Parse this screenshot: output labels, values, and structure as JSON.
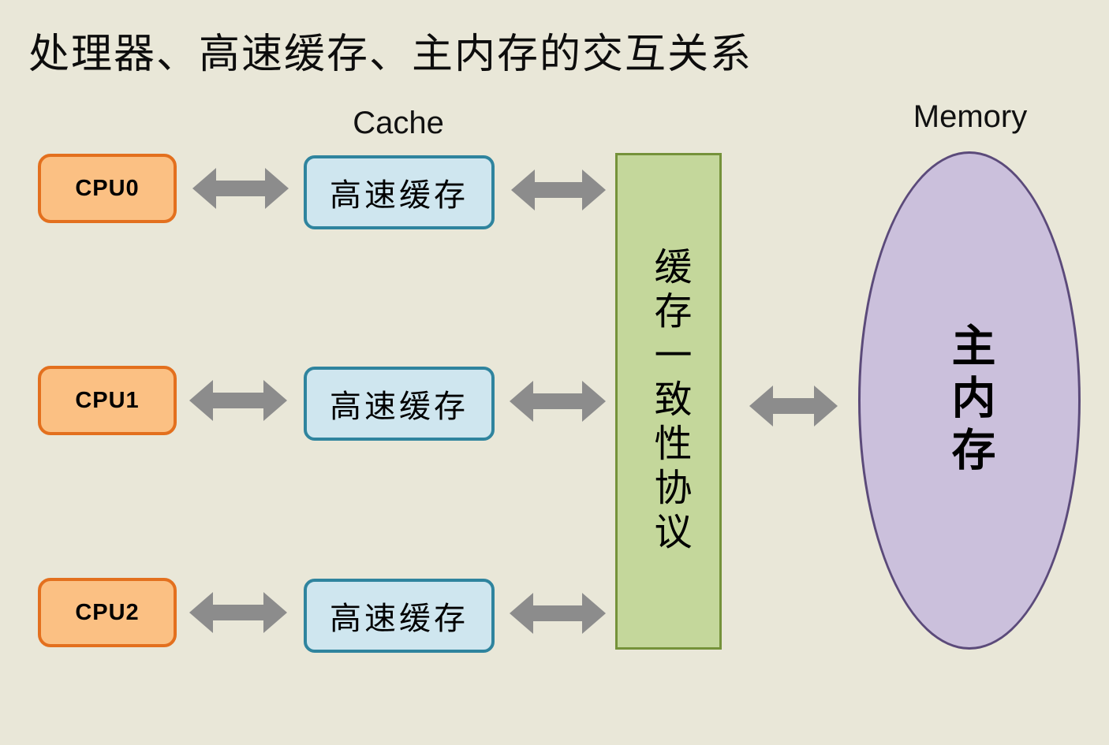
{
  "title": "处理器、高速缓存、主内存的交互关系",
  "labels": {
    "cache_column": "Cache",
    "memory_column": "Memory"
  },
  "cpus": [
    {
      "label": "CPU0"
    },
    {
      "label": "CPU1"
    },
    {
      "label": "CPU2"
    }
  ],
  "caches": [
    {
      "label": "高速缓存"
    },
    {
      "label": "高速缓存"
    },
    {
      "label": "高速缓存"
    }
  ],
  "coherence_bar": {
    "label": "缓存一致性协议"
  },
  "memory": {
    "label": "主内存"
  },
  "arrows": {
    "description": "bidirectional",
    "count": 7
  },
  "colors": {
    "background": "#e9e7d8",
    "cpu_fill": "#fbc083",
    "cpu_border": "#e3701e",
    "cache_fill": "#cfe6ef",
    "cache_border": "#2f849e",
    "coherence_fill": "#c4d79b",
    "coherence_border": "#75923a",
    "memory_fill": "#cbc0dc",
    "memory_border": "#5b4a7a",
    "arrow": "#8c8c8c",
    "text": "#000000"
  }
}
